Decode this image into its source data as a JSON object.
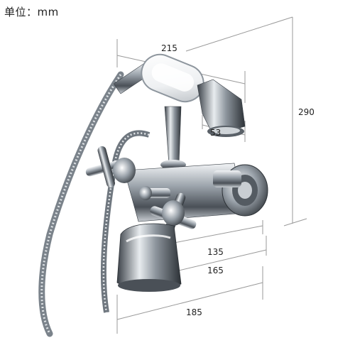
{
  "unit_label": "单位：mm",
  "dimensions": {
    "width_top": "215",
    "height_total": "290",
    "handle_depth": "53",
    "spout_inner": "135",
    "spout_mid": "165",
    "spout_outer": "185"
  },
  "colors": {
    "chrome_dark": "#3a4047",
    "chrome_mid": "#8e969e",
    "chrome_light": "#e8ecef",
    "dimension_line": "#9a9a9a"
  }
}
